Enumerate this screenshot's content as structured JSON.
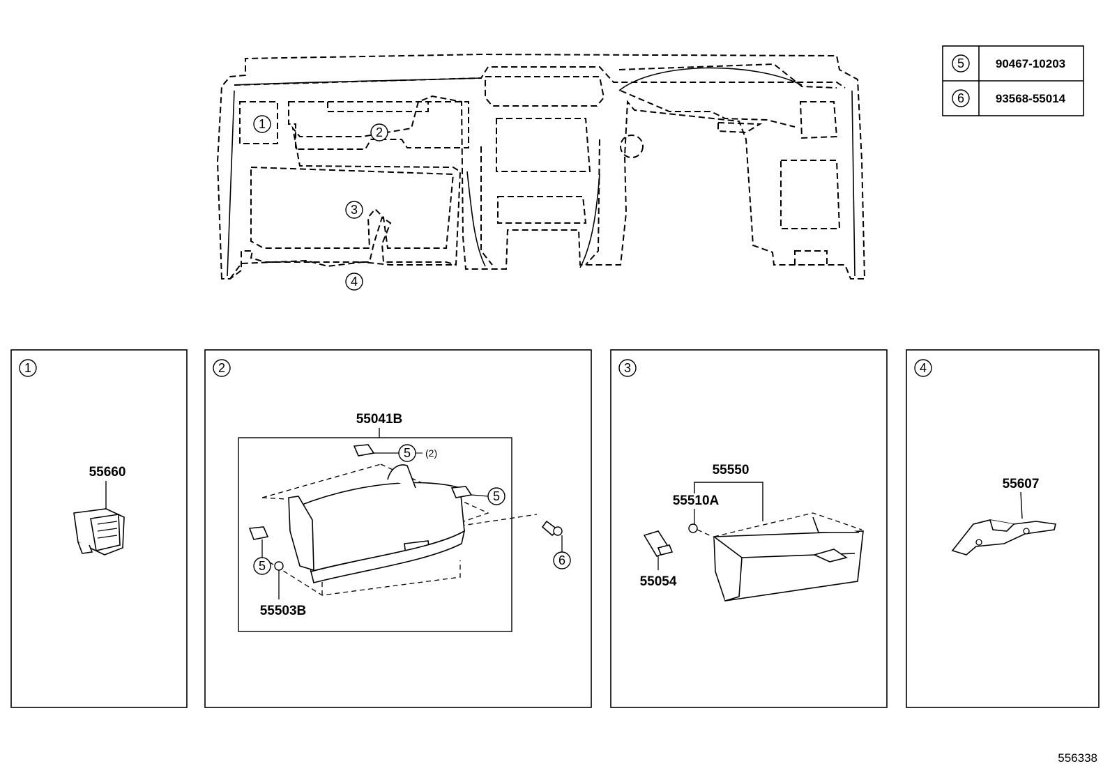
{
  "legend": {
    "rows": [
      {
        "callout": "5",
        "part_number": "90467-10203"
      },
      {
        "callout": "6",
        "part_number": "93568-55014"
      }
    ]
  },
  "overview": {
    "area_markers": [
      "1",
      "2",
      "3",
      "4"
    ]
  },
  "panels": [
    {
      "marker": "1",
      "parts": [
        "55660"
      ]
    },
    {
      "marker": "2",
      "parts": [
        "55041B",
        "55503B"
      ],
      "callouts": [
        "5",
        "5",
        "5",
        "6"
      ],
      "qty_note": "(2)"
    },
    {
      "marker": "3",
      "parts": [
        "55550",
        "55510A",
        "55054"
      ]
    },
    {
      "marker": "4",
      "parts": [
        "55607"
      ]
    }
  ],
  "illustration_number": "556338"
}
